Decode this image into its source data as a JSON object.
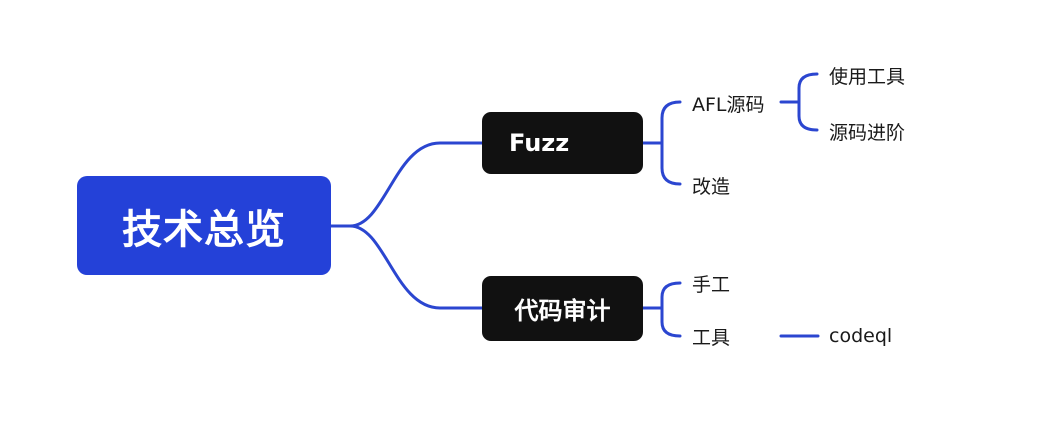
{
  "mindmap": {
    "root": {
      "label": "技术总览"
    },
    "branches": [
      {
        "label": "Fuzz",
        "children": [
          {
            "label": "AFL源码",
            "children": [
              {
                "label": "使用工具"
              },
              {
                "label": "源码进阶"
              }
            ]
          },
          {
            "label": "改造"
          }
        ]
      },
      {
        "label": "代码审计",
        "children": [
          {
            "label": "手工"
          },
          {
            "label": "工具",
            "children": [
              {
                "label": "codeql"
              }
            ]
          }
        ]
      }
    ]
  },
  "colors": {
    "root_fill": "#2441d8",
    "main_node_fill": "#111111",
    "connector": "#2b46d0",
    "leaf_text": "#1a1a1a"
  }
}
